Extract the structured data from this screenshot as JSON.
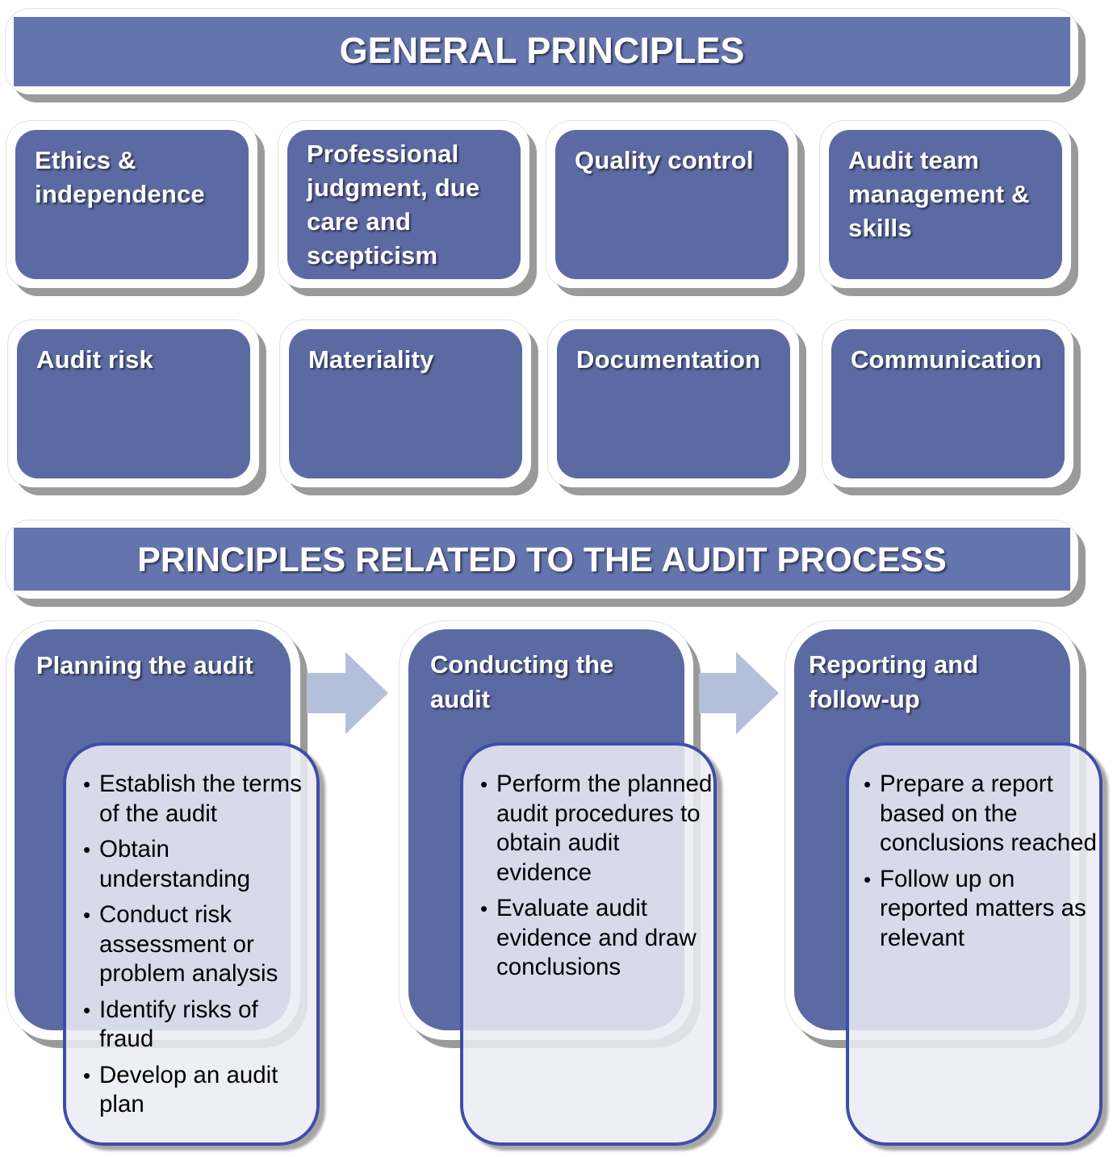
{
  "general": {
    "title": "GENERAL PRINCIPLES",
    "row1": [
      "Ethics & independence",
      "Professional judgment, due care and scepticism",
      "Quality control",
      "Audit team management & skills"
    ],
    "row2": [
      "Audit risk",
      "Materiality",
      "Documentation",
      "Communication"
    ]
  },
  "process": {
    "title": "PRINCIPLES RELATED TO THE AUDIT PROCESS",
    "stages": [
      {
        "label": "Planning the audit",
        "items": [
          "Establish the terms of the audit",
          "Obtain understanding",
          "Conduct risk assessment or problem analysis",
          "Identify risks of fraud",
          "Develop an audit plan"
        ]
      },
      {
        "label": "Conducting the audit",
        "items": [
          "Perform the planned audit procedures to obtain audit evidence",
          "Evaluate audit evidence and draw conclusions"
        ]
      },
      {
        "label": "Reporting and follow-up",
        "items": [
          "Prepare a report based on the conclusions reached",
          "Follow up on reported matters as relevant"
        ]
      }
    ]
  },
  "colors": {
    "banner": "#6474ad",
    "box": "#5b6aa3",
    "arrow": "#b4bfd9",
    "detail_border": "#3d4ea8"
  }
}
